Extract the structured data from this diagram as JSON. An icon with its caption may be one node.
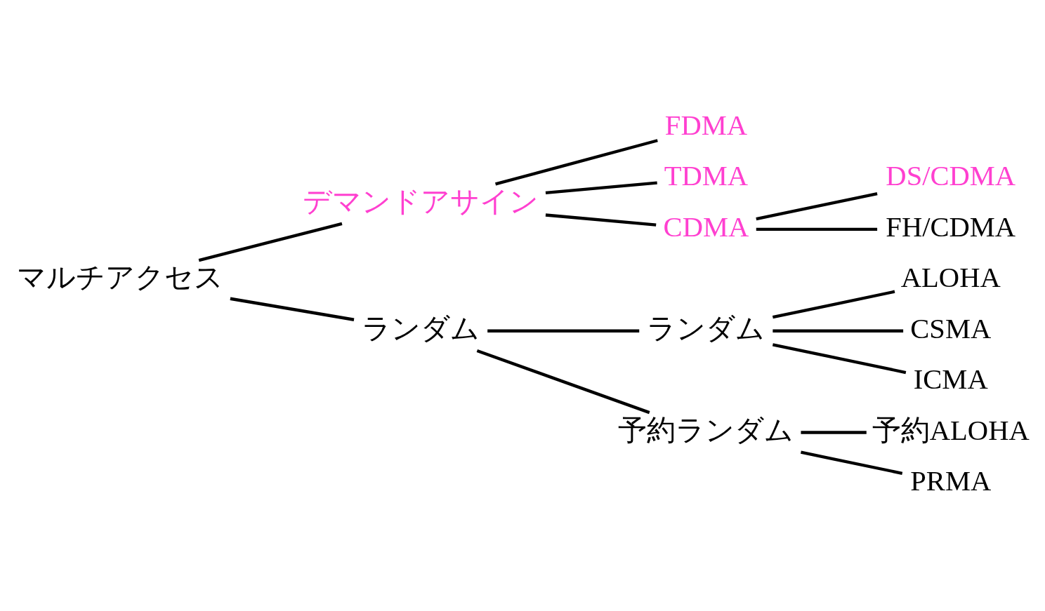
{
  "diagram": {
    "nodes": [
      {
        "text": [
          "マルチアクセス"
        ]
      },
      {
        "text": [
          "デマンドアサイン"
        ]
      },
      {
        "text": [
          "ランダム"
        ]
      },
      {
        "text": [
          "FDMA"
        ]
      },
      {
        "text": [
          "TDMA"
        ]
      },
      {
        "text": [
          "CDMA"
        ]
      },
      {
        "text": [
          "DS/CDMA"
        ]
      },
      {
        "text": [
          "FH/CDMA"
        ]
      },
      {
        "text": [
          "ランダム"
        ]
      },
      {
        "text": [
          "予約ランダム"
        ]
      },
      {
        "text": [
          "ALOHA"
        ]
      },
      {
        "text": [
          "CSMA"
        ]
      },
      {
        "text": [
          "ICMA"
        ]
      },
      {
        "text": [
          "予約ALOHA"
        ]
      },
      {
        "text": [
          "PRMA"
        ]
      }
    ],
    "edges": [
      {
        "from": 0,
        "to": 1,
        "arrow": "none"
      },
      {
        "from": 0,
        "to": 2,
        "arrow": "none"
      },
      {
        "from": 1,
        "to": 3,
        "arrow": "none"
      },
      {
        "from": 1,
        "to": 4,
        "arrow": "none"
      },
      {
        "from": 1,
        "to": 5,
        "arrow": "none"
      },
      {
        "from": 5,
        "to": 6,
        "arrow": "none"
      },
      {
        "from": 5,
        "to": 7,
        "arrow": "none"
      },
      {
        "from": 2,
        "to": 8,
        "arrow": "none"
      },
      {
        "from": 2,
        "to": 9,
        "arrow": "none"
      },
      {
        "from": 8,
        "to": 10,
        "arrow": "none"
      },
      {
        "from": 8,
        "to": 11,
        "arrow": "none"
      },
      {
        "from": 8,
        "to": 12,
        "arrow": "none"
      },
      {
        "from": 9,
        "to": 13,
        "arrow": "none"
      },
      {
        "from": 9,
        "to": 14,
        "arrow": "none"
      }
    ]
  }
}
